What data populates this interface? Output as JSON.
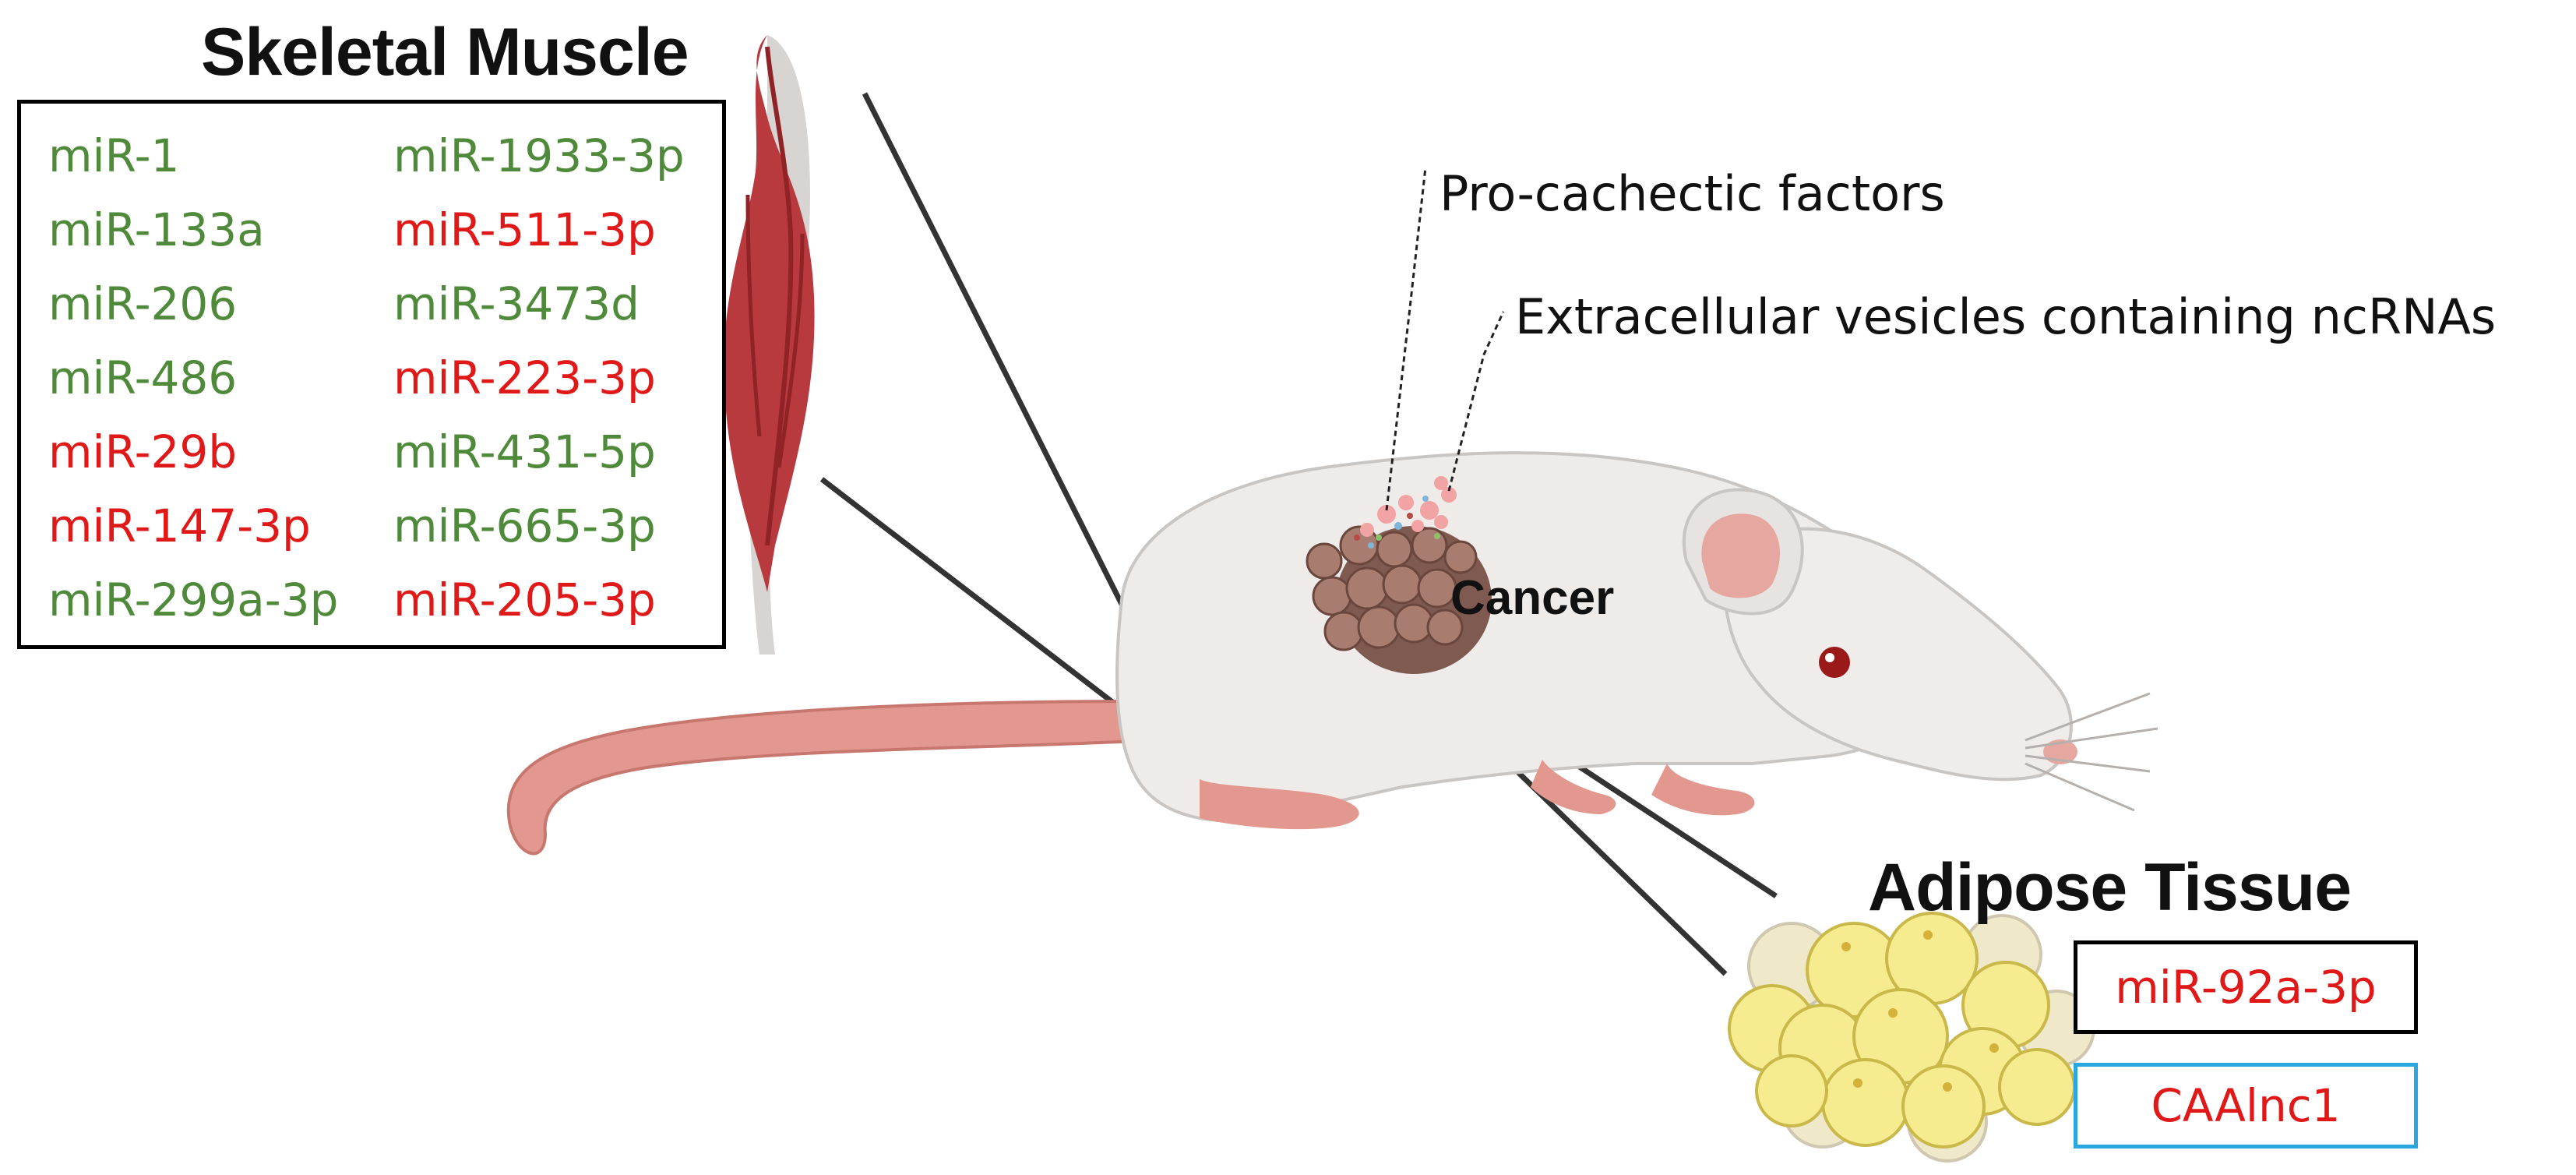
{
  "colors": {
    "up": "#4e8a3a",
    "down": "#e01818",
    "box_black": "#000000",
    "box_blue": "#2aa7e0"
  },
  "skeletal_muscle": {
    "title": "Skeletal Muscle",
    "col1": [
      {
        "text": "miR-1",
        "color": "#4e8a3a"
      },
      {
        "text": "miR-133a",
        "color": "#4e8a3a"
      },
      {
        "text": "miR-206",
        "color": "#4e8a3a"
      },
      {
        "text": "miR-486",
        "color": "#4e8a3a"
      },
      {
        "text": "miR-29b",
        "color": "#e01818"
      },
      {
        "text": "miR-147-3p",
        "color": "#e01818"
      },
      {
        "text": "miR-299a-3p",
        "color": "#4e8a3a"
      }
    ],
    "col2": [
      {
        "text": "miR-1933-3p",
        "color": "#4e8a3a"
      },
      {
        "text": "miR-511-3p",
        "color": "#e01818"
      },
      {
        "text": "miR-3473d",
        "color": "#4e8a3a"
      },
      {
        "text": "miR-223-3p",
        "color": "#e01818"
      },
      {
        "text": "miR-431-5p",
        "color": "#4e8a3a"
      },
      {
        "text": "miR-665-3p",
        "color": "#4e8a3a"
      },
      {
        "text": "miR-205-3p",
        "color": "#e01818"
      }
    ]
  },
  "tumor": {
    "pro_cachectic": "Pro-cachectic factors",
    "vesicles": "Extracellular vesicles containing ncRNAs",
    "cancer": "Cancer"
  },
  "adipose": {
    "title": "Adipose Tissue",
    "mirna": "miR-92a-3p",
    "lncrna": "CAAlnc1"
  }
}
